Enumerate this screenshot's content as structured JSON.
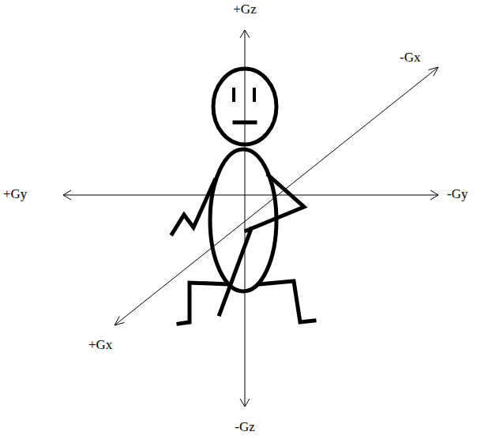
{
  "diagram": {
    "labels": [
      "+Gz",
      "-Gx",
      "+Gy",
      "-Gy",
      "+Gx",
      "-Gz"
    ]
  }
}
